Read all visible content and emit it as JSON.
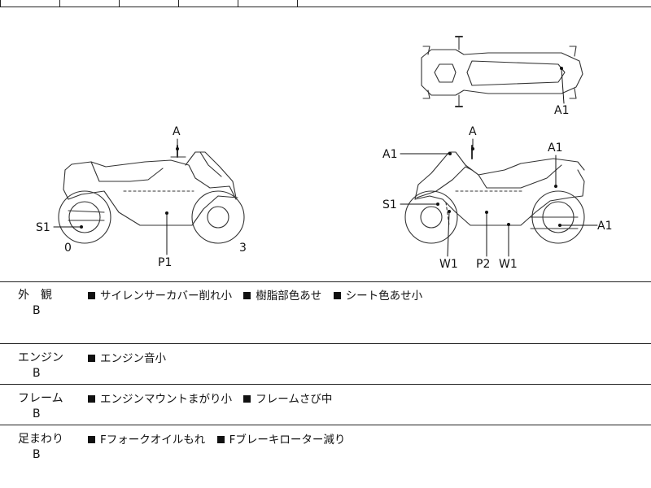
{
  "diagram": {
    "labels": {
      "left_a": "A",
      "left_s1": "S1",
      "left_p1": "P1",
      "left_0": "0",
      "left_3": "3",
      "top_a1": "A1",
      "right_a_top": "A",
      "right_a1_left": "A1",
      "right_a1_upper": "A1",
      "right_s1": "S1",
      "right_a1_wheel": "A1",
      "right_w1_left": "W1",
      "right_p2": "P2",
      "right_w1_right": "W1"
    }
  },
  "rows": [
    {
      "label": "外　観",
      "grade": "B",
      "notes": [
        "サイレンサーカバー削れ小",
        "樹脂部色あせ",
        "シート色あせ小"
      ]
    },
    {
      "label": "エンジン",
      "grade": "B",
      "notes": [
        "エンジン音小"
      ]
    },
    {
      "label": "フレーム",
      "grade": "B",
      "notes": [
        "エンジンマウントまがり小",
        "フレームさび中"
      ]
    },
    {
      "label": "足まわり",
      "grade": "B",
      "notes": [
        "Fフォークオイルもれ",
        "Fブレーキローター減り"
      ]
    }
  ]
}
